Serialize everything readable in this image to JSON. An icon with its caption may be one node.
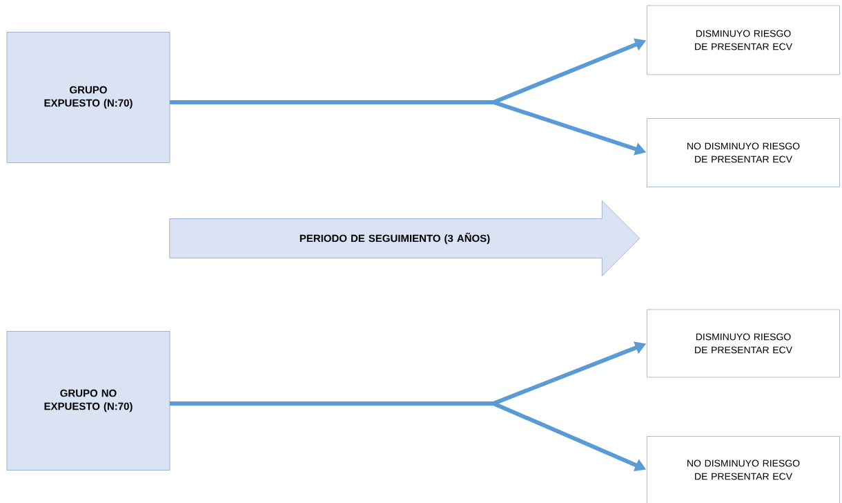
{
  "diagram": {
    "nodes": [
      {
        "text": [
          "GRUPO EXPUESTO (N:70)"
        ]
      },
      {
        "text": [
          "DISMINUYO RIESGO DE PRESENTAR ECV"
        ]
      },
      {
        "text": [
          "NO DISMINUYO RIESGO DE PRESENTAR ECV"
        ]
      },
      {
        "text": [
          "PERIODO DE SEGUIMIENTO (3 AÑOS)"
        ]
      },
      {
        "text": [
          "GRUPO NO EXPUESTO (N:70)"
        ]
      },
      {
        "text": [
          "DISMINUYO RIESGO DE PRESENTAR ECV"
        ]
      },
      {
        "text": [
          "NO DISMINUYO RIESGO DE PRESENTAR ECV"
        ]
      }
    ],
    "edges": [
      {
        "from": 0,
        "to": 1,
        "arrow": "to"
      },
      {
        "from": 0,
        "to": 2,
        "arrow": "to"
      },
      {
        "from": 4,
        "to": 5,
        "arrow": "to"
      },
      {
        "from": 4,
        "to": 6,
        "arrow": "to"
      }
    ]
  }
}
